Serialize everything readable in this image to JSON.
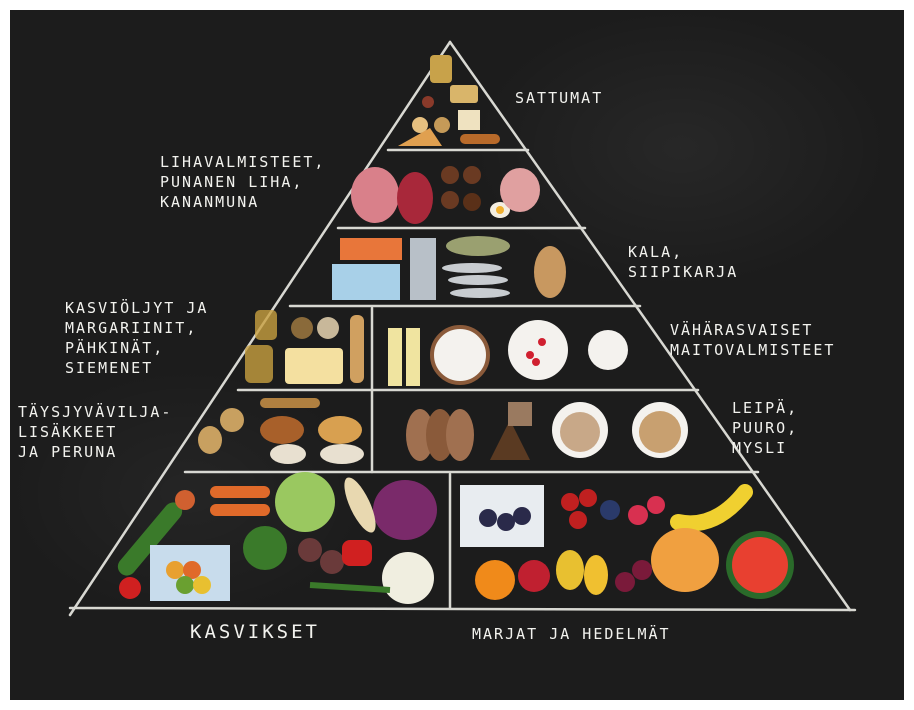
{
  "labels": {
    "sattumat": "SATTUMAT",
    "lihavalmisteet": "LIHAVALMISTEET,\nPUNANEN LIHA,\nKANANMUNA",
    "kala": "KALA,\nSIIPIKARJA",
    "kasvioljyt": "KASVIÖLJYT JA\nMARGARIINIT,\nPÄHKINÄT,\nSIEMENET",
    "maito": "VÄHÄRASVAISET\nMAITOVALMISTEET",
    "taysjyva": "TÄYSJYVÄVILJA-\nLISÄKKEET\nJA PERUNA",
    "leipa": "LEIPÄ,\nPUURO,\nMYSLI",
    "kasvikset": "KASVIKSET",
    "marjat": "MARJAT JA HEDELMÄT"
  },
  "colors": {
    "chalkboard": "#1c1c1c",
    "chalk": "#f2f2ee"
  },
  "icons": {
    "sweets": "snack-food-icon",
    "meat": "meat-food-icon",
    "fish": "fish-food-icon",
    "oils": "nuts-oil-food-icon",
    "dairy": "dairy-food-icon",
    "grains": "grain-food-icon",
    "bread": "bread-food-icon",
    "veg": "vegetable-food-icon",
    "fruit": "fruit-food-icon"
  }
}
